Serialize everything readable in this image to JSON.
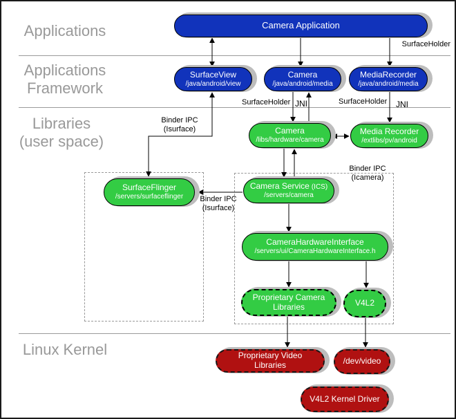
{
  "colors": {
    "box_blue": "#1133bb",
    "box_green": "#33cc44",
    "box_red": "#b01111",
    "layer_label_gray": "#999999",
    "shadow_gray": "#bdbdbd",
    "connector_black": "#000000",
    "group_border_gray": "#999999"
  },
  "layers": {
    "applications": "Applications",
    "applications_framework": "Applications\nFramework",
    "libraries": "Libraries\n(user space)",
    "linux_kernel": "Linux Kernel"
  },
  "nodes": {
    "camera_application": {
      "title": "Camera Application"
    },
    "surface_view": {
      "title": "SurfaceView",
      "subtitle": "/java/android/view"
    },
    "camera_framework": {
      "title": "Camera",
      "subtitle": "/java/android/media"
    },
    "media_recorder_framework": {
      "title": "MediaRecorder",
      "subtitle": "/java/android/media"
    },
    "camera_lib": {
      "title": "Camera",
      "subtitle": "/libs/hardware/camera"
    },
    "media_recorder_lib": {
      "title": "Media Recorder",
      "subtitle": "/extlibs/pv/android"
    },
    "surface_flinger": {
      "title": "SurfaceFlinger",
      "subtitle": "/servers/surfaceflinger"
    },
    "camera_service": {
      "title": "Camera Service",
      "title_suffix": "(ICS)",
      "subtitle": "/servers/camera"
    },
    "camera_hardware_interface": {
      "title": "CameraHardwareInterface",
      "subtitle": "/servers/ui/CameraHardwareInterface.h"
    },
    "proprietary_camera_libraries": {
      "title": "Proprietary Camera\nLibraries"
    },
    "v4l2": {
      "title": "V4L2"
    },
    "proprietary_video_libraries": {
      "title": "Proprietary Video\nLibraries"
    },
    "dev_video": {
      "title": "/dev/video"
    },
    "v4l2_kernel_driver": {
      "title": "V4L2 Kernel Driver"
    }
  },
  "edge_labels": {
    "surface_holder_app": "SurfaceHolder",
    "surface_holder_camera": "SurfaceHolder",
    "jni_camera": "JNI",
    "surface_holder_media_recorder": "SurfaceHolder",
    "jni_media_recorder": "JNI",
    "binder_ipc_isurface_view": "Binder IPC\n(Isurface)",
    "binder_ipc_icamera": "Binder IPC\n(Icamera)",
    "binder_ipc_isurface_service": "Binder IPC\n(Isurface)"
  }
}
